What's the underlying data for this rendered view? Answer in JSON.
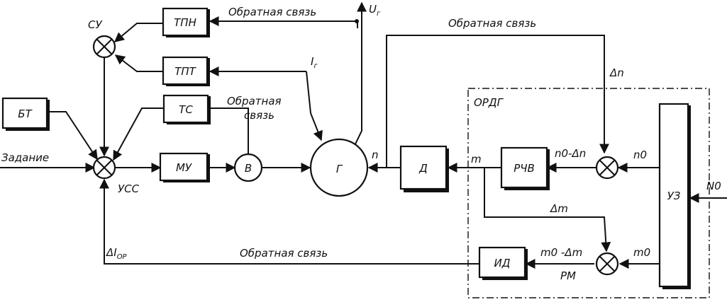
{
  "blocks": {
    "tpn": "ТПН",
    "tpt": "ТПТ",
    "ts": "ТС",
    "bt": "БТ",
    "mu": "МУ",
    "v": "В",
    "g": "Г",
    "d": "Д",
    "rchv": "РЧВ",
    "id": "ИД",
    "uz": "УЗ"
  },
  "labels": {
    "su": "СУ",
    "uss": "УСС",
    "ordg": "ОРДГ",
    "rm": "РМ",
    "zadanie": "Задание",
    "fb_top": "Обратная связь",
    "fb_right": "Обратная связь",
    "fb_mid_1": "Обратная",
    "fb_mid_2": "связь",
    "fb_bottom": "Обратная связь",
    "ug": "U",
    "ug_sub": "г",
    "ig": "I",
    "ig_sub": "г",
    "n": "n",
    "m": "m",
    "dn": "Δn",
    "dm": "Δm",
    "n0_dn": "n0-Δn",
    "n0": "n0",
    "m0_dm": "m0 -Δm",
    "m0": "m0",
    "n0_in": "N0",
    "di": "ΔI",
    "di_sub": "ОР"
  }
}
